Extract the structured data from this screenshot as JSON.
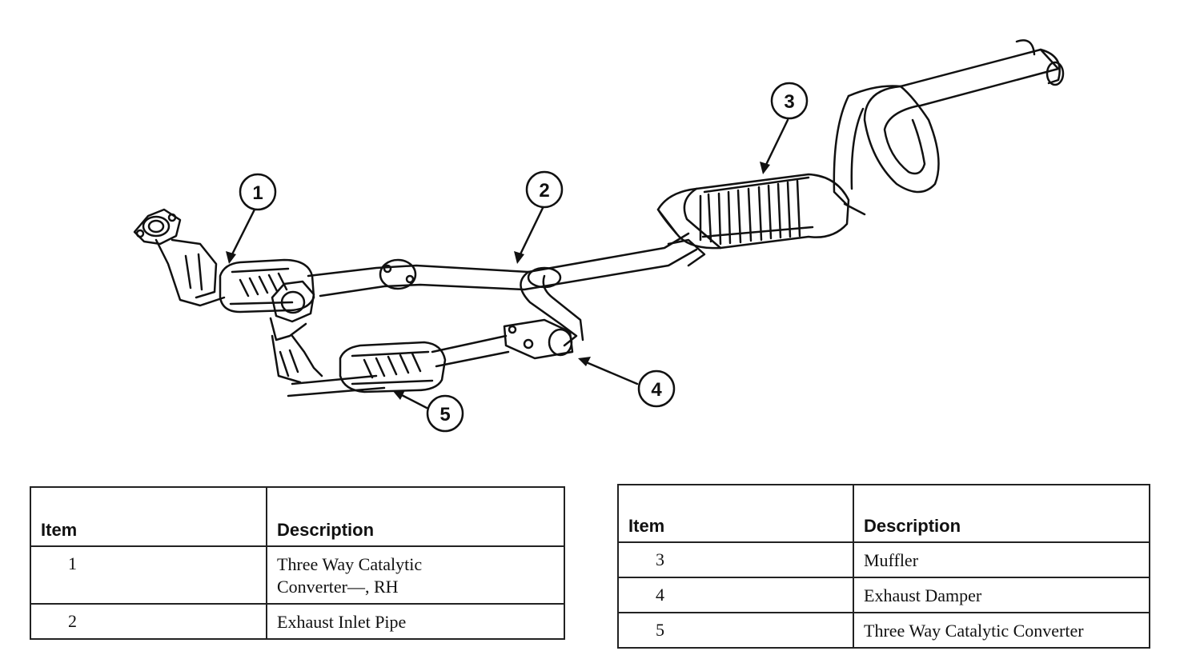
{
  "callouts": [
    {
      "number": "1"
    },
    {
      "number": "2"
    },
    {
      "number": "3"
    },
    {
      "number": "4"
    },
    {
      "number": "5"
    }
  ],
  "tables": [
    {
      "headers": {
        "item": "Item",
        "description": "Description"
      },
      "rows": [
        {
          "item": "1",
          "description_line1": "Three Way Catalytic",
          "description_line2": "Converter—, RH"
        },
        {
          "item": "2",
          "description_line1": "Exhaust Inlet Pipe",
          "description_line2": ""
        }
      ]
    },
    {
      "headers": {
        "item": "Item",
        "description": "Description"
      },
      "rows": [
        {
          "item": "3",
          "description": "Muffler"
        },
        {
          "item": "4",
          "description": "Exhaust Damper"
        },
        {
          "item": "5",
          "description": "Three Way Catalytic Converter"
        }
      ]
    }
  ]
}
